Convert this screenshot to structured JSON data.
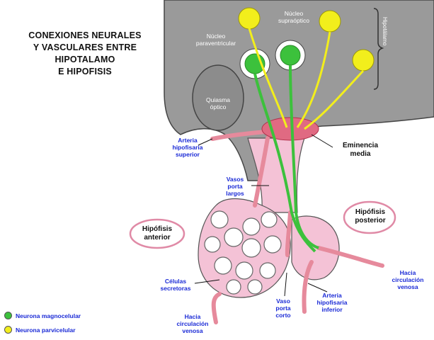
{
  "title": "CONEXIONES NEURALES\nY VASCULARES ENTRE\nHIPOTALAMO\nE HIPOFISIS",
  "labels": {
    "hipotalamo": "Hipotálamo",
    "nucleo_paraventricular": "Núcleo\nparaventricular",
    "nucleo_supraoptico": "Núcleo\nsupraóptico",
    "quiasma_optico": "Quiasma\nóptico",
    "arteria_hipofisaria_superior": "Arteria\nhipofisaria\nsuperior",
    "eminencia_media": "Eminencia\nmedia",
    "vasos_porta_largos": "Vasos\nporta\nlargos",
    "hipofisis_posterior": "Hipófisis\nposterior",
    "hipofisis_anterior": "Hipófisis\nanterior",
    "celulas_secretoras": "Células\nsecretoras",
    "vaso_porta_corto": "Vaso\nporta\ncorto",
    "arteria_hipofisaria_inferior": "Arteria\nhipofisaria\ninferior",
    "hacia_circulacion_venosa_right": "Hacia\ncirculación\nvenosa",
    "hacia_circulacion_venosa_left": "Hacia\ncirculación\nvenosa"
  },
  "legend": [
    {
      "label": "Neurona magnocelular",
      "color": "#3cc13c"
    },
    {
      "label": "Neurona parvicelular",
      "color": "#f2ee1c"
    }
  ],
  "colors": {
    "hypothalamus": "#9a9a9a",
    "magnocellular": "#3cc13c",
    "parvicellular": "#f2ee1c",
    "vessel": "#e89aa8",
    "gland": "#f4c2d6",
    "label": "#1a2ad6"
  }
}
